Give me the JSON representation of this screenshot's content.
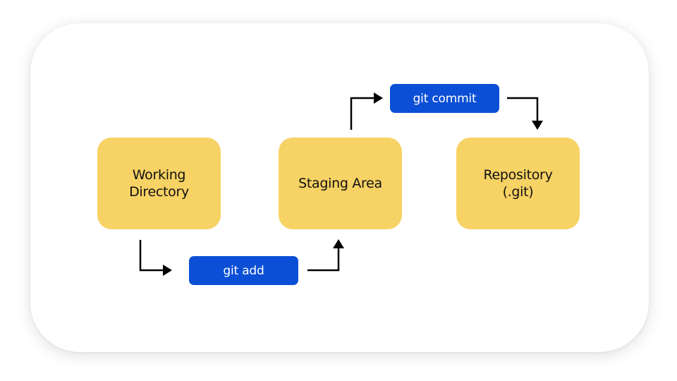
{
  "nodes": {
    "working_directory": "Working Directory",
    "staging_area": "Staging Area",
    "repository_line1": "Repository",
    "repository_line2": "(.git)"
  },
  "commands": {
    "add": "git add",
    "commit": "git commit"
  },
  "colors": {
    "node_fill": "#f7d264",
    "command_fill": "#0b4fd6",
    "command_text": "#ffffff",
    "arrow": "#000000"
  }
}
